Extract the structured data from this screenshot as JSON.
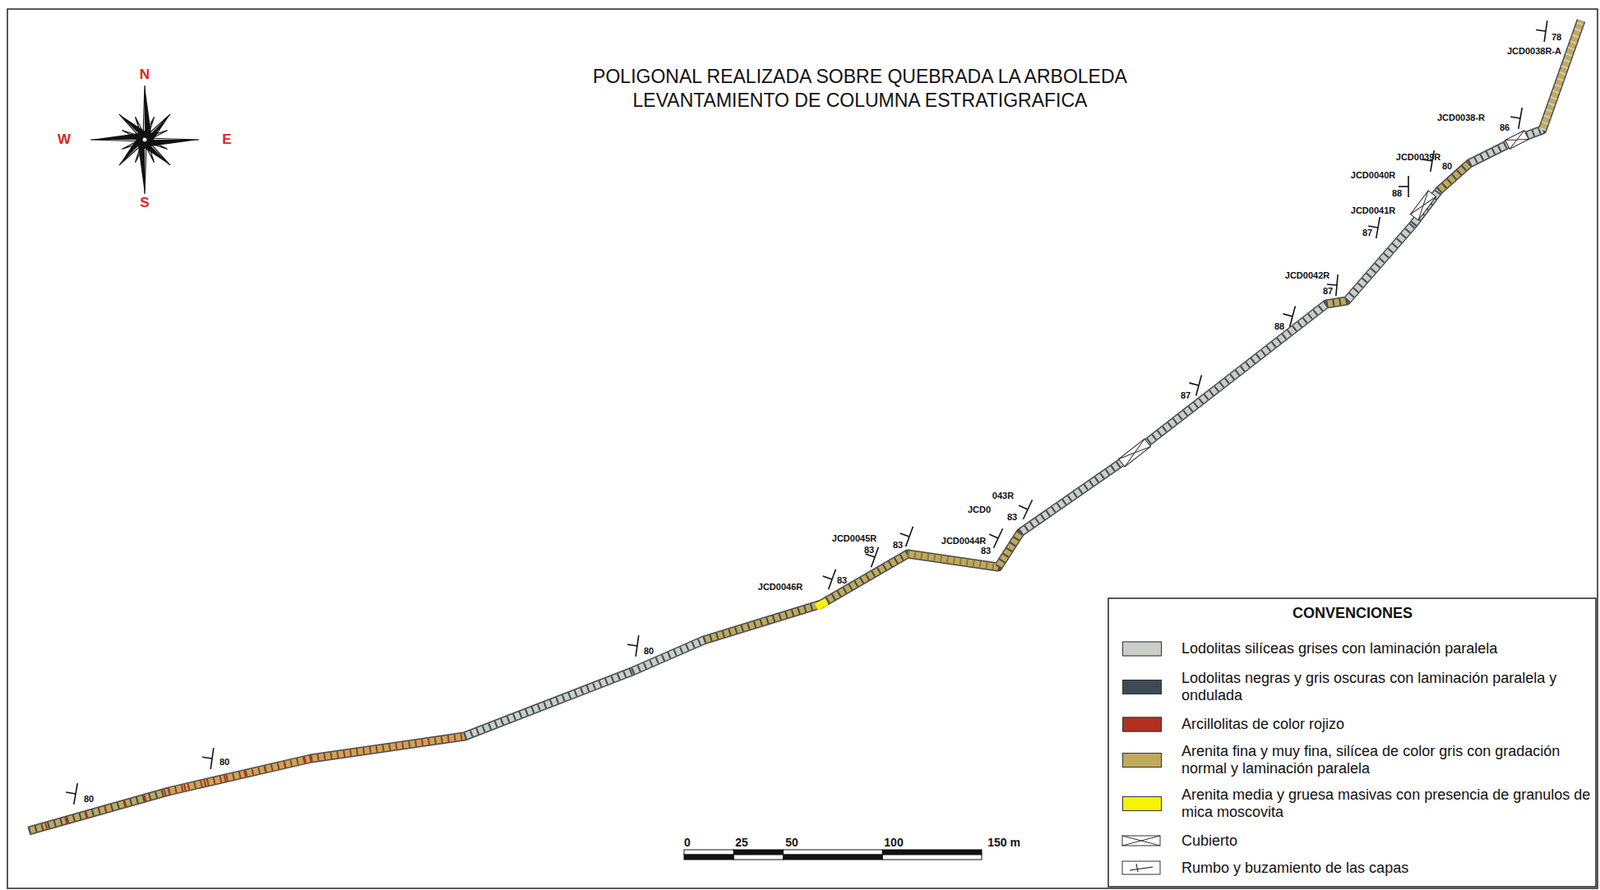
{
  "diagram": {
    "title": "POLIGONAL REALIZADA SOBRE QUEBRADA LA ARBOLEDA LEVANTAMIENTO DE COLUMNA ESTRATIGRAFICA",
    "labels": [
      "80",
      "80",
      "80",
      "JCD0046R",
      "83",
      "JCD0045R",
      "83",
      "83",
      "JCD0044R",
      "83",
      "043R",
      "JCD0",
      "83",
      "87",
      "88",
      "JCD0042R",
      "87",
      "JCD0041R",
      "87",
      "JCD0040R",
      "88",
      "JCD0039R",
      "80",
      "JCD0038-R",
      "86",
      "78",
      "JCD0038R-A",
      "N",
      "W",
      "E",
      "S",
      "0",
      "25",
      "50",
      "100",
      "150 m",
      "CONVENCIONES"
    ],
    "legend": [
      {
        "text": "Lodolitas silíceas grises con laminación paralela",
        "color": "#c9cec9"
      },
      {
        "text": "Lodolitas negras y gris oscuras con laminación paralela y ondulada",
        "color": "#3e4b54"
      },
      {
        "text": "Arcillolitas de color rojizo",
        "color": "#b3301f"
      },
      {
        "text": "Arenita fina y muy fina, silícea de color gris con gradación normal y laminación paralela",
        "color": "#c1a95b"
      },
      {
        "text": "Arenita media y gruesa masivas con presencia de granulos de mica moscovita",
        "color": "#f5f500"
      },
      {
        "text": "Cubierto"
      },
      {
        "text": "Rumbo y buzamiento de las capas"
      }
    ]
  }
}
